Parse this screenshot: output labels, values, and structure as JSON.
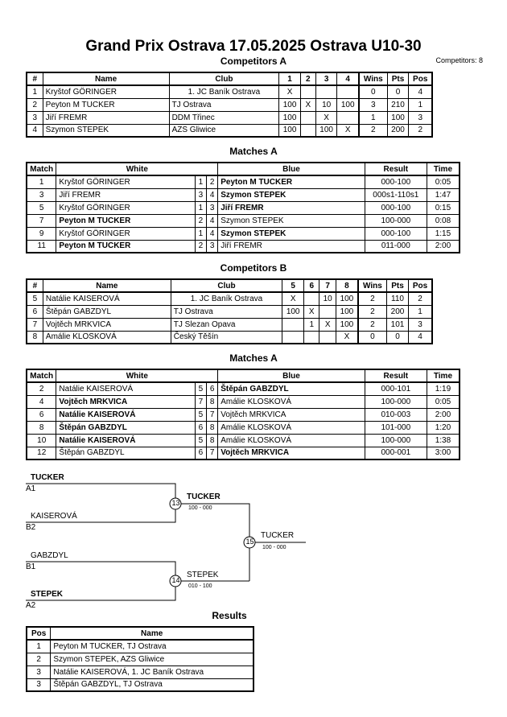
{
  "header": {
    "title": "Grand Prix Ostrava  17.05.2025  Ostrava   U10-30",
    "competitors_label": "Competitors: 8"
  },
  "competitors_a": {
    "heading": "Competitors A",
    "columns": [
      "#",
      "Name",
      "Club",
      "1",
      "2",
      "3",
      "4",
      "Wins",
      "Pts",
      "Pos"
    ],
    "rows": [
      [
        "1",
        "Kryštof GÖRINGER",
        "1. JC Baník Ostrava",
        "X",
        "",
        "",
        "",
        "0",
        "0",
        "4"
      ],
      [
        "2",
        "Peyton M TUCKER",
        "TJ Ostrava",
        "100",
        "X",
        "10",
        "100",
        "3",
        "210",
        "1"
      ],
      [
        "3",
        "Jiří FREMR",
        "DDM Třinec",
        "100",
        "",
        "X",
        "",
        "1",
        "100",
        "3"
      ],
      [
        "4",
        "Szymon STEPEK",
        "AZS Gliwice",
        "100",
        "",
        "100",
        "X",
        "2",
        "200",
        "2"
      ]
    ]
  },
  "matches_a": {
    "heading": "Matches A",
    "columns": [
      "Match",
      "White",
      "Blue",
      "Result",
      "Time"
    ],
    "rows": [
      {
        "match": "1",
        "white": "Kryštof GÖRINGER",
        "w_no": "1",
        "b_no": "2",
        "blue": "Peyton M TUCKER",
        "result": "000-100",
        "time": "0:05",
        "winner": "blue"
      },
      {
        "match": "3",
        "white": "Jiří FREMR",
        "w_no": "3",
        "b_no": "4",
        "blue": "Szymon STEPEK",
        "result": "000s1-110s1",
        "time": "1:47",
        "winner": "blue"
      },
      {
        "match": "5",
        "white": "Kryštof GÖRINGER",
        "w_no": "1",
        "b_no": "3",
        "blue": "Jiří FREMR",
        "result": "000-100",
        "time": "0:15",
        "winner": "blue"
      },
      {
        "match": "7",
        "white": "Peyton M TUCKER",
        "w_no": "2",
        "b_no": "4",
        "blue": "Szymon STEPEK",
        "result": "100-000",
        "time": "0:08",
        "winner": "white"
      },
      {
        "match": "9",
        "white": "Kryštof GÖRINGER",
        "w_no": "1",
        "b_no": "4",
        "blue": "Szymon STEPEK",
        "result": "000-100",
        "time": "1:15",
        "winner": "blue"
      },
      {
        "match": "11",
        "white": "Peyton M TUCKER",
        "w_no": "2",
        "b_no": "3",
        "blue": "Jiří FREMR",
        "result": "011-000",
        "time": "2:00",
        "winner": "white"
      }
    ]
  },
  "competitors_b": {
    "heading": "Competitors B",
    "columns": [
      "#",
      "Name",
      "Club",
      "5",
      "6",
      "7",
      "8",
      "Wins",
      "Pts",
      "Pos"
    ],
    "rows": [
      [
        "5",
        "Natálie KAISEROVÁ",
        "1. JC Baník Ostrava",
        "X",
        "",
        "10",
        "100",
        "2",
        "110",
        "2"
      ],
      [
        "6",
        "Štěpán GABZDYL",
        "TJ Ostrava",
        "100",
        "X",
        "",
        "100",
        "2",
        "200",
        "1"
      ],
      [
        "7",
        "Vojtěch MRKVICA",
        "TJ Slezan Opava",
        "",
        "1",
        "X",
        "100",
        "2",
        "101",
        "3"
      ],
      [
        "8",
        "Amálie KLOSKOVÁ",
        "Český Těšín",
        "",
        "",
        "",
        "X",
        "0",
        "0",
        "4"
      ]
    ]
  },
  "matches_b": {
    "heading": "Matches A",
    "columns": [
      "Match",
      "White",
      "Blue",
      "Result",
      "Time"
    ],
    "rows": [
      {
        "match": "2",
        "white": "Natálie KAISEROVÁ",
        "w_no": "5",
        "b_no": "6",
        "blue": "Štěpán GABZDYL",
        "result": "000-101",
        "time": "1:19",
        "winner": "blue"
      },
      {
        "match": "4",
        "white": "Vojtěch MRKVICA",
        "w_no": "7",
        "b_no": "8",
        "blue": "Amálie KLOSKOVÁ",
        "result": "100-000",
        "time": "0:05",
        "winner": "white"
      },
      {
        "match": "6",
        "white": "Natálie KAISEROVÁ",
        "w_no": "5",
        "b_no": "7",
        "blue": "Vojtěch MRKVICA",
        "result": "010-003",
        "time": "2:00",
        "winner": "white"
      },
      {
        "match": "8",
        "white": "Štěpán GABZDYL",
        "w_no": "6",
        "b_no": "8",
        "blue": "Amálie KLOSKOVÁ",
        "result": "101-000",
        "time": "1:20",
        "winner": "white"
      },
      {
        "match": "10",
        "white": "Natálie KAISEROVÁ",
        "w_no": "5",
        "b_no": "8",
        "blue": "Amálie KLOSKOVÁ",
        "result": "100-000",
        "time": "1:38",
        "winner": "white"
      },
      {
        "match": "12",
        "white": "Štěpán GABZDYL",
        "w_no": "6",
        "b_no": "7",
        "blue": "Vojtěch MRKVICA",
        "result": "000-001",
        "time": "3:00",
        "winner": "blue"
      }
    ]
  },
  "bracket": {
    "sf1_top_name": "TUCKER",
    "sf1_top_seed": "A1",
    "sf1_bottom_name": "KAISEROVÁ",
    "sf1_bottom_seed": "B2",
    "sf1_match": "13",
    "sf1_winner": "TUCKER",
    "sf1_score": "100 - 000",
    "sf2_top_name": "GABZDYL",
    "sf2_top_seed": "B1",
    "sf2_bottom_name": "STEPEK",
    "sf2_bottom_seed": "A2",
    "sf2_match": "14",
    "sf2_winner": "STEPEK",
    "sf2_score": "010 - 100",
    "final_match": "15",
    "final_winner": "TUCKER",
    "final_score": "100 - 000"
  },
  "results": {
    "heading": "Results",
    "columns": [
      "Pos",
      "Name"
    ],
    "rows": [
      [
        "1",
        "Peyton M TUCKER, TJ Ostrava"
      ],
      [
        "2",
        "Szymon STEPEK, AZS Gliwice"
      ],
      [
        "3",
        "Natálie KAISEROVÁ, 1. JC Baník Ostrava"
      ],
      [
        "3",
        "Štěpán GABZDYL, TJ Ostrava"
      ]
    ]
  }
}
